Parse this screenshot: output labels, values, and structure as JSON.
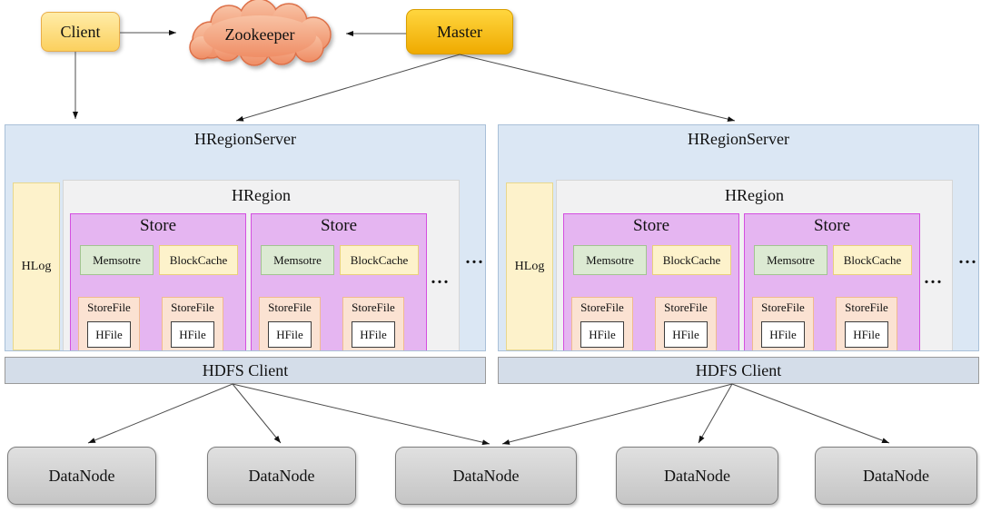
{
  "nodes": {
    "client": "Client",
    "zookeeper": "Zookeeper",
    "master": "Master"
  },
  "servers": [
    {
      "title": "HRegionServer",
      "hlog_label": "HLog",
      "region_title": "HRegion",
      "region_ellipsis": "...",
      "server_ellipsis": "...",
      "stores": [
        {
          "title": "Store",
          "memstore_label": "Memsotre",
          "blockcache_label": "BlockCache",
          "storefiles": [
            {
              "label": "StoreFile",
              "hfile_label": "HFile"
            },
            {
              "label": "StoreFile",
              "hfile_label": "HFile"
            }
          ]
        },
        {
          "title": "Store",
          "memstore_label": "Memsotre",
          "blockcache_label": "BlockCache",
          "storefiles": [
            {
              "label": "StoreFile",
              "hfile_label": "HFile"
            },
            {
              "label": "StoreFile",
              "hfile_label": "HFile"
            }
          ]
        }
      ]
    },
    {
      "title": "HRegionServer",
      "hlog_label": "HLog",
      "region_title": "HRegion",
      "region_ellipsis": "...",
      "server_ellipsis": "...",
      "stores": [
        {
          "title": "Store",
          "memstore_label": "Memsotre",
          "blockcache_label": "BlockCache",
          "storefiles": [
            {
              "label": "StoreFile",
              "hfile_label": "HFile"
            },
            {
              "label": "StoreFile",
              "hfile_label": "HFile"
            }
          ]
        },
        {
          "title": "Store",
          "memstore_label": "Memsotre",
          "blockcache_label": "BlockCache",
          "storefiles": [
            {
              "label": "StoreFile",
              "hfile_label": "HFile"
            },
            {
              "label": "StoreFile",
              "hfile_label": "HFile"
            }
          ]
        }
      ]
    }
  ],
  "hdfs_clients": [
    {
      "label": "HDFS Client"
    },
    {
      "label": "HDFS Client"
    }
  ],
  "datanodes": [
    {
      "label": "DataNode"
    },
    {
      "label": "DataNode"
    },
    {
      "label": "DataNode"
    },
    {
      "label": "DataNode"
    },
    {
      "label": "DataNode"
    }
  ],
  "colors": {
    "client_fill": "#fbd05e",
    "master_fill": "#f5b800",
    "zookeeper_fill": "#f4a585",
    "server_fill": "#dbe7f4",
    "hlog_fill": "#fdf2cb",
    "hregion_fill": "#f1f1f2",
    "store_fill": "#e5b5f1",
    "store_border": "#d44fe0",
    "memstore_fill": "#dcead3",
    "blockcache_fill": "#fdf2cb",
    "storefile_fill": "#fbe2d2",
    "hdfs_fill": "#d4dde9",
    "datanode_fill": "#cecece"
  }
}
